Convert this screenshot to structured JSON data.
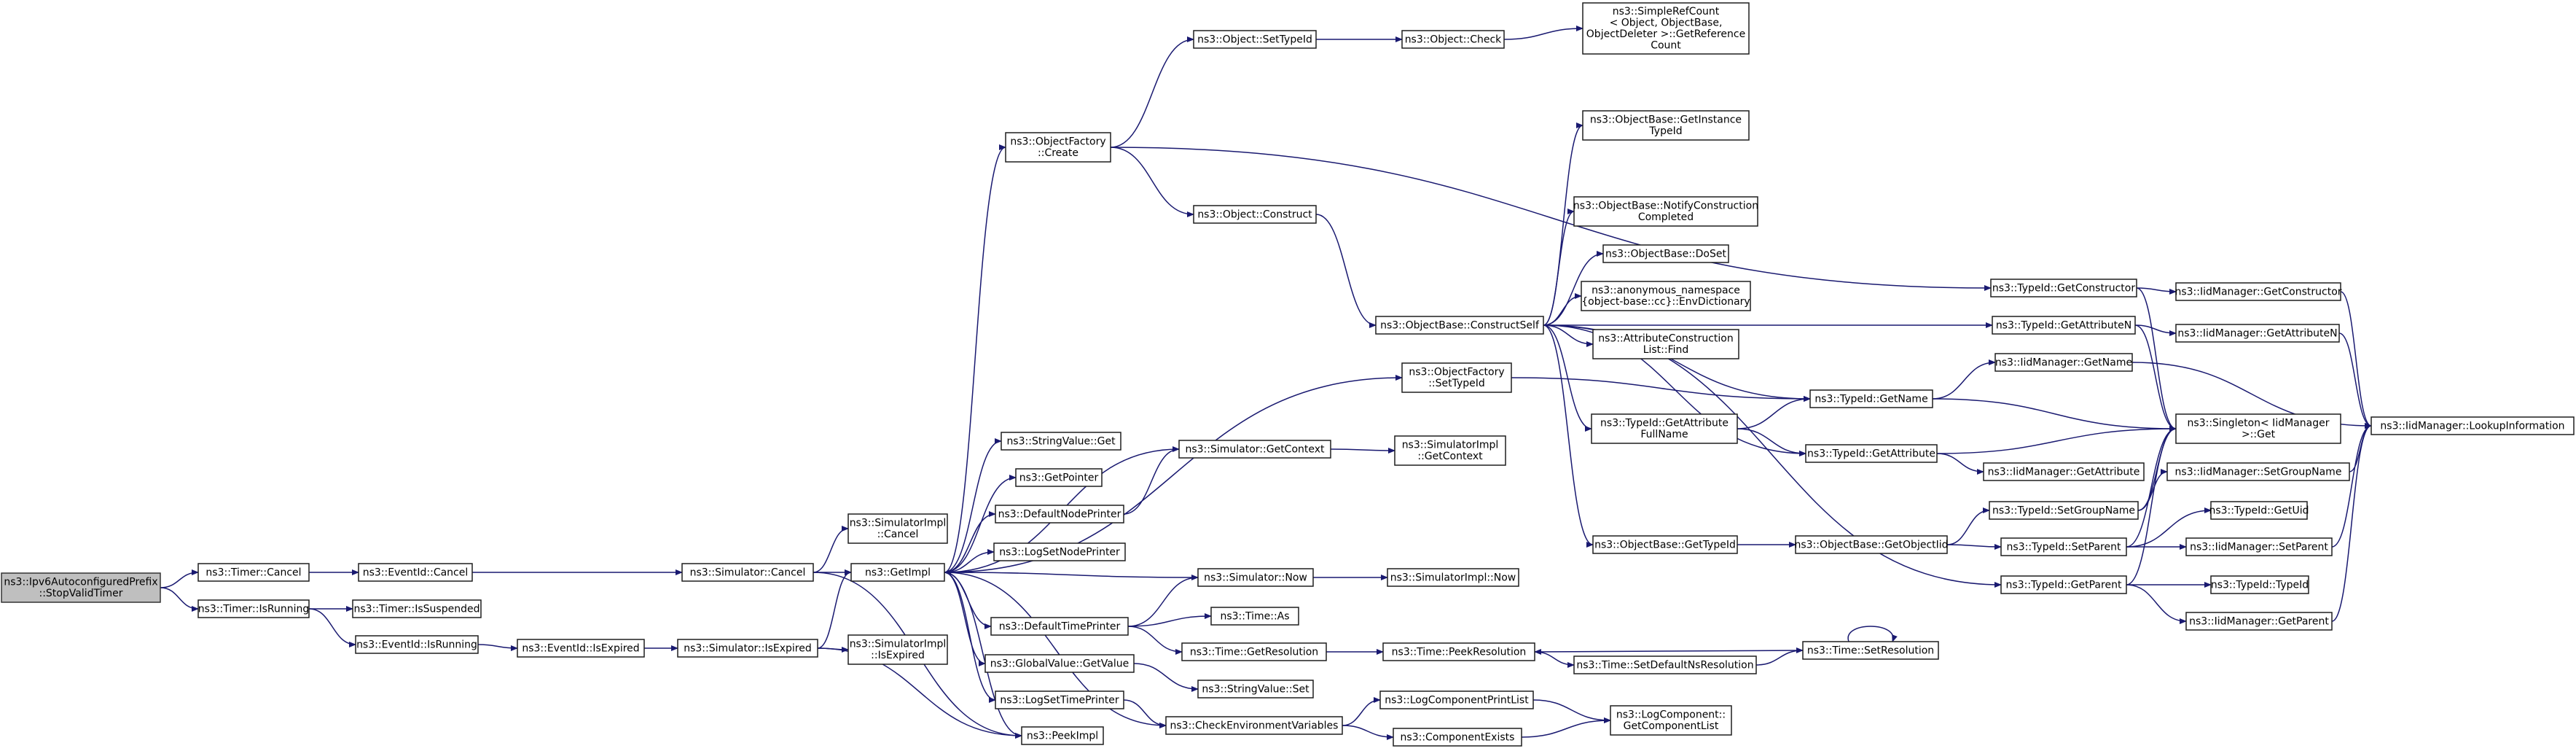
{
  "diagram": {
    "title": "",
    "edge_color": "#191970",
    "root_fill": "#bfbfbf",
    "nodes": [
      {
        "id": "root",
        "lines": [
          "ns3::Ipv6AutoconfiguredPrefix",
          "::StopValidTimer"
        ]
      },
      {
        "id": "timer_cancel",
        "lines": [
          "ns3::Timer::Cancel"
        ]
      },
      {
        "id": "timer_isrunning",
        "lines": [
          "ns3::Timer::IsRunning"
        ]
      },
      {
        "id": "eventid_cancel",
        "lines": [
          "ns3::EventId::Cancel"
        ]
      },
      {
        "id": "timer_issuspended",
        "lines": [
          "ns3::Timer::IsSuspended"
        ]
      },
      {
        "id": "eventid_isrunning",
        "lines": [
          "ns3::EventId::IsRunning"
        ]
      },
      {
        "id": "eventid_isexpired",
        "lines": [
          "ns3::EventId::IsExpired"
        ]
      },
      {
        "id": "sim_cancel",
        "lines": [
          "ns3::Simulator::Cancel"
        ]
      },
      {
        "id": "sim_isexpired",
        "lines": [
          "ns3::Simulator::IsExpired"
        ]
      },
      {
        "id": "simimpl_cancel",
        "lines": [
          "ns3::SimulatorImpl",
          "::Cancel"
        ]
      },
      {
        "id": "simimpl_isexpired",
        "lines": [
          "ns3::SimulatorImpl",
          "::IsExpired"
        ]
      },
      {
        "id": "getimpl",
        "lines": [
          "ns3::GetImpl"
        ]
      },
      {
        "id": "peekimpl",
        "lines": [
          "ns3::PeekImpl"
        ]
      },
      {
        "id": "objfactory_create",
        "lines": [
          "ns3::ObjectFactory",
          "::Create"
        ]
      },
      {
        "id": "stringvalue_get",
        "lines": [
          "ns3::StringValue::Get"
        ]
      },
      {
        "id": "getpointer",
        "lines": [
          "ns3::GetPointer"
        ]
      },
      {
        "id": "defaultnodeprinter",
        "lines": [
          "ns3::DefaultNodePrinter"
        ]
      },
      {
        "id": "lognodeprinter",
        "lines": [
          "ns3::LogSetNodePrinter"
        ]
      },
      {
        "id": "defaulttimeprinter",
        "lines": [
          "ns3::DefaultTimePrinter"
        ]
      },
      {
        "id": "globalvalue_getvalue",
        "lines": [
          "ns3::GlobalValue::GetValue"
        ]
      },
      {
        "id": "logsettimeprinter",
        "lines": [
          "ns3::LogSetTimePrinter"
        ]
      },
      {
        "id": "object_settypeid",
        "lines": [
          "ns3::Object::SetTypeId"
        ]
      },
      {
        "id": "object_construct",
        "lines": [
          "ns3::Object::Construct"
        ]
      },
      {
        "id": "sim_getcontext",
        "lines": [
          "ns3::Simulator::GetContext"
        ]
      },
      {
        "id": "sim_now",
        "lines": [
          "ns3::Simulator::Now"
        ]
      },
      {
        "id": "time_as",
        "lines": [
          "ns3::Time::As"
        ]
      },
      {
        "id": "time_getresolution",
        "lines": [
          "ns3::Time::GetResolution"
        ]
      },
      {
        "id": "stringvalue_set",
        "lines": [
          "ns3::StringValue::Set"
        ]
      },
      {
        "id": "checkenvvars",
        "lines": [
          "ns3::CheckEnvironmentVariables"
        ]
      },
      {
        "id": "object_check",
        "lines": [
          "ns3::Object::Check"
        ]
      },
      {
        "id": "objectbase_constructself",
        "lines": [
          "ns3::ObjectBase::ConstructSelf"
        ]
      },
      {
        "id": "objfactory_settypeid",
        "lines": [
          "ns3::ObjectFactory",
          "::SetTypeId"
        ]
      },
      {
        "id": "simimpl_getcontext",
        "lines": [
          "ns3::SimulatorImpl",
          "::GetContext"
        ]
      },
      {
        "id": "simimpl_now",
        "lines": [
          "ns3::SimulatorImpl::Now"
        ]
      },
      {
        "id": "time_peekresolution",
        "lines": [
          "ns3::Time::PeekResolution"
        ]
      },
      {
        "id": "logcomponentprintlist",
        "lines": [
          "ns3::LogComponentPrintList"
        ]
      },
      {
        "id": "componentexists",
        "lines": [
          "ns3::ComponentExists"
        ]
      },
      {
        "id": "simplerefcount",
        "lines": [
          "ns3::SimpleRefCount",
          "< Object, ObjectBase,",
          "ObjectDeleter >::GetReference",
          "Count"
        ]
      },
      {
        "id": "ob_getinstancetypeid",
        "lines": [
          "ns3::ObjectBase::GetInstance",
          "TypeId"
        ]
      },
      {
        "id": "ob_notifyconstruction",
        "lines": [
          "ns3::ObjectBase::NotifyConstruction",
          "Completed"
        ]
      },
      {
        "id": "ob_doset",
        "lines": [
          "ns3::ObjectBase::DoSet"
        ]
      },
      {
        "id": "anon_envdict",
        "lines": [
          "ns3::anonymous_namespace",
          "{object-base::cc}::EnvDictionary"
        ]
      },
      {
        "id": "attrconstructionlist_find",
        "lines": [
          "ns3::AttributeConstruction",
          "List::Find"
        ]
      },
      {
        "id": "typeid_getattributefullname",
        "lines": [
          "ns3::TypeId::GetAttribute",
          "FullName"
        ]
      },
      {
        "id": "ob_gettypeid",
        "lines": [
          "ns3::ObjectBase::GetTypeId"
        ]
      },
      {
        "id": "time_setdefaultnsresolution",
        "lines": [
          "ns3::Time::SetDefaultNsResolution"
        ]
      },
      {
        "id": "logcomponent_getcomponentlist",
        "lines": [
          "ns3::LogComponent::",
          "GetComponentList"
        ]
      },
      {
        "id": "typeid_getname",
        "lines": [
          "ns3::TypeId::GetName"
        ]
      },
      {
        "id": "typeid_getattribute",
        "lines": [
          "ns3::TypeId::GetAttribute"
        ]
      },
      {
        "id": "ob_getobjectiid",
        "lines": [
          "ns3::ObjectBase::GetObjectIid"
        ]
      },
      {
        "id": "time_setresolution",
        "lines": [
          "ns3::Time::SetResolution"
        ]
      },
      {
        "id": "typeid_getconstructor",
        "lines": [
          "ns3::TypeId::GetConstructor"
        ]
      },
      {
        "id": "typeid_getattributen",
        "lines": [
          "ns3::TypeId::GetAttributeN"
        ]
      },
      {
        "id": "iidmanager_getname",
        "lines": [
          "ns3::IidManager::GetName"
        ]
      },
      {
        "id": "iidmanager_getattribute",
        "lines": [
          "ns3::IidManager::GetAttribute"
        ]
      },
      {
        "id": "typeid_setgroupname",
        "lines": [
          "ns3::TypeId::SetGroupName"
        ]
      },
      {
        "id": "typeid_setparent",
        "lines": [
          "ns3::TypeId::SetParent"
        ]
      },
      {
        "id": "typeid_getparent",
        "lines": [
          "ns3::TypeId::GetParent"
        ]
      },
      {
        "id": "iidmanager_getconstructor",
        "lines": [
          "ns3::IidManager::GetConstructor"
        ]
      },
      {
        "id": "iidmanager_getattributen",
        "lines": [
          "ns3::IidManager::GetAttributeN"
        ]
      },
      {
        "id": "singleton_get",
        "lines": [
          "ns3::Singleton< IidManager",
          ">::Get"
        ]
      },
      {
        "id": "iidmanager_setgroupname",
        "lines": [
          "ns3::IidManager::SetGroupName"
        ]
      },
      {
        "id": "typeid_getuid",
        "lines": [
          "ns3::TypeId::GetUid"
        ]
      },
      {
        "id": "iidmanager_setparent",
        "lines": [
          "ns3::IidManager::SetParent"
        ]
      },
      {
        "id": "typeid_typeid",
        "lines": [
          "ns3::TypeId::TypeId"
        ]
      },
      {
        "id": "iidmanager_getparent",
        "lines": [
          "ns3::IidManager::GetParent"
        ]
      },
      {
        "id": "iidmanager_lookupinformation",
        "lines": [
          "ns3::IidManager::LookupInformation"
        ]
      }
    ],
    "edges": [
      [
        "root",
        "timer_cancel"
      ],
      [
        "root",
        "timer_isrunning"
      ],
      [
        "timer_cancel",
        "eventid_cancel"
      ],
      [
        "timer_isrunning",
        "timer_issuspended"
      ],
      [
        "timer_isrunning",
        "eventid_isrunning"
      ],
      [
        "eventid_cancel",
        "sim_cancel"
      ],
      [
        "eventid_isrunning",
        "eventid_isexpired"
      ],
      [
        "eventid_isexpired",
        "sim_isexpired"
      ],
      [
        "sim_cancel",
        "simimpl_cancel"
      ],
      [
        "sim_cancel",
        "getimpl"
      ],
      [
        "sim_cancel",
        "peekimpl"
      ],
      [
        "sim_isexpired",
        "simimpl_isexpired"
      ],
      [
        "sim_isexpired",
        "getimpl"
      ],
      [
        "sim_isexpired",
        "peekimpl"
      ],
      [
        "getimpl",
        "objfactory_create"
      ],
      [
        "getimpl",
        "stringvalue_get"
      ],
      [
        "getimpl",
        "getpointer"
      ],
      [
        "getimpl",
        "defaultnodeprinter"
      ],
      [
        "getimpl",
        "lognodeprinter"
      ],
      [
        "getimpl",
        "defaulttimeprinter"
      ],
      [
        "getimpl",
        "globalvalue_getvalue"
      ],
      [
        "getimpl",
        "logsettimeprinter"
      ],
      [
        "getimpl",
        "peekimpl"
      ],
      [
        "getimpl",
        "objfactory_settypeid"
      ],
      [
        "getimpl",
        "checkenvvars"
      ],
      [
        "objfactory_create",
        "object_settypeid"
      ],
      [
        "objfactory_create",
        "object_construct"
      ],
      [
        "objfactory_create",
        "typeid_getconstructor"
      ],
      [
        "object_settypeid",
        "object_check"
      ],
      [
        "object_check",
        "simplerefcount"
      ],
      [
        "object_construct",
        "objectbase_constructself"
      ],
      [
        "defaultnodeprinter",
        "sim_getcontext"
      ],
      [
        "sim_getcontext",
        "simimpl_getcontext"
      ],
      [
        "sim_getcontext",
        "getimpl"
      ],
      [
        "sim_now",
        "simimpl_now"
      ],
      [
        "sim_now",
        "getimpl"
      ],
      [
        "defaulttimeprinter",
        "sim_now"
      ],
      [
        "defaulttimeprinter",
        "time_as"
      ],
      [
        "defaulttimeprinter",
        "time_getresolution"
      ],
      [
        "globalvalue_getvalue",
        "stringvalue_set"
      ],
      [
        "logsettimeprinter",
        "checkenvvars"
      ],
      [
        "checkenvvars",
        "logcomponentprintlist"
      ],
      [
        "checkenvvars",
        "componentexists"
      ],
      [
        "logcomponentprintlist",
        "logcomponent_getcomponentlist"
      ],
      [
        "componentexists",
        "logcomponent_getcomponentlist"
      ],
      [
        "time_getresolution",
        "time_peekresolution"
      ],
      [
        "time_peekresolution",
        "time_setdefaultnsresolution"
      ],
      [
        "time_setdefaultnsresolution",
        "time_setresolution"
      ],
      [
        "time_setresolution",
        "time_peekresolution"
      ],
      [
        "time_setresolution",
        "time_setresolution"
      ],
      [
        "objectbase_constructself",
        "ob_getinstancetypeid"
      ],
      [
        "objectbase_constructself",
        "ob_notifyconstruction"
      ],
      [
        "objectbase_constructself",
        "ob_doset"
      ],
      [
        "objectbase_constructself",
        "anon_envdict"
      ],
      [
        "objectbase_constructself",
        "attrconstructionlist_find"
      ],
      [
        "objectbase_constructself",
        "typeid_getattributefullname"
      ],
      [
        "objectbase_constructself",
        "ob_gettypeid"
      ],
      [
        "objectbase_constructself",
        "typeid_getname"
      ],
      [
        "objectbase_constructself",
        "typeid_getattribute"
      ],
      [
        "objectbase_constructself",
        "typeid_getattributen"
      ],
      [
        "objectbase_constructself",
        "typeid_getparent"
      ],
      [
        "objfactory_settypeid",
        "typeid_getname"
      ],
      [
        "typeid_getattributefullname",
        "typeid_getname"
      ],
      [
        "typeid_getattributefullname",
        "typeid_getattribute"
      ],
      [
        "ob_gettypeid",
        "ob_getobjectiid"
      ],
      [
        "ob_getobjectiid",
        "typeid_setgroupname"
      ],
      [
        "ob_getobjectiid",
        "typeid_setparent"
      ],
      [
        "typeid_getname",
        "iidmanager_getname"
      ],
      [
        "typeid_getname",
        "singleton_get"
      ],
      [
        "typeid_getattribute",
        "iidmanager_getattribute"
      ],
      [
        "typeid_getattribute",
        "singleton_get"
      ],
      [
        "typeid_getconstructor",
        "iidmanager_getconstructor"
      ],
      [
        "typeid_getconstructor",
        "singleton_get"
      ],
      [
        "typeid_getattributen",
        "iidmanager_getattributen"
      ],
      [
        "typeid_getattributen",
        "singleton_get"
      ],
      [
        "typeid_setgroupname",
        "iidmanager_setgroupname"
      ],
      [
        "typeid_setgroupname",
        "singleton_get"
      ],
      [
        "typeid_setparent",
        "typeid_getuid"
      ],
      [
        "typeid_setparent",
        "iidmanager_setparent"
      ],
      [
        "typeid_setparent",
        "singleton_get"
      ],
      [
        "typeid_getparent",
        "typeid_typeid"
      ],
      [
        "typeid_getparent",
        "iidmanager_getparent"
      ],
      [
        "typeid_getparent",
        "singleton_get"
      ],
      [
        "iidmanager_getname",
        "iidmanager_lookupinformation"
      ],
      [
        "iidmanager_getconstructor",
        "iidmanager_lookupinformation"
      ],
      [
        "iidmanager_getattributen",
        "iidmanager_lookupinformation"
      ],
      [
        "iidmanager_setgroupname",
        "iidmanager_lookupinformation"
      ],
      [
        "iidmanager_setparent",
        "iidmanager_lookupinformation"
      ],
      [
        "iidmanager_getparent",
        "iidmanager_lookupinformation"
      ]
    ]
  }
}
